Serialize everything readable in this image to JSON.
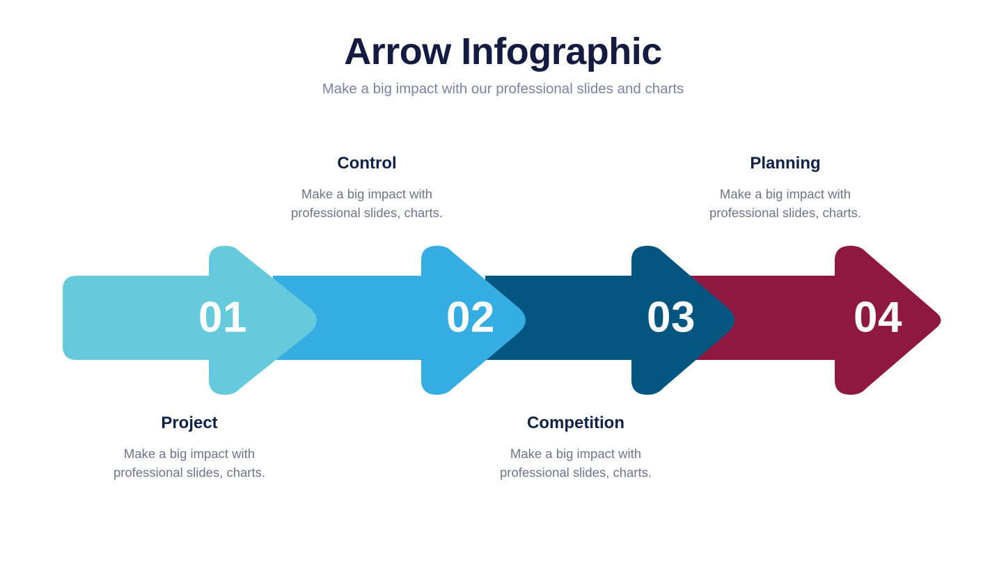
{
  "header": {
    "title": "Arrow Infographic",
    "subtitle": "Make a big impact with our professional slides and charts"
  },
  "theme": {
    "title_color": "#141B41",
    "subtitle_color": "#7B82A1",
    "callout_title_color": "#0D2149",
    "callout_body_color": "#6E7489",
    "number_color": "#FFFFFF",
    "background": "#FFFFFF"
  },
  "chart_data": {
    "type": "diagram",
    "title": "Arrow Infographic",
    "subtitle": "Make a big impact with our professional slides and charts",
    "steps": [
      {
        "number": "01",
        "label": "Project",
        "description_line_1": "Make a big impact with",
        "description_line_2": "professional slides, charts.",
        "color": "#67C9DC",
        "label_position": "bottom"
      },
      {
        "number": "02",
        "label": "Control",
        "description_line_1": "Make a big impact with",
        "description_line_2": "professional slides, charts.",
        "color": "#35ACE2",
        "label_position": "top"
      },
      {
        "number": "03",
        "label": "Competition",
        "description_line_1": "Make a big impact with",
        "description_line_2": "professional slides, charts.",
        "color": "#055581",
        "label_position": "bottom"
      },
      {
        "number": "04",
        "label": "Planning",
        "description_line_1": "Make a big impact with",
        "description_line_2": "professional slides, charts.",
        "color": "#8E1840",
        "label_position": "top"
      }
    ]
  }
}
